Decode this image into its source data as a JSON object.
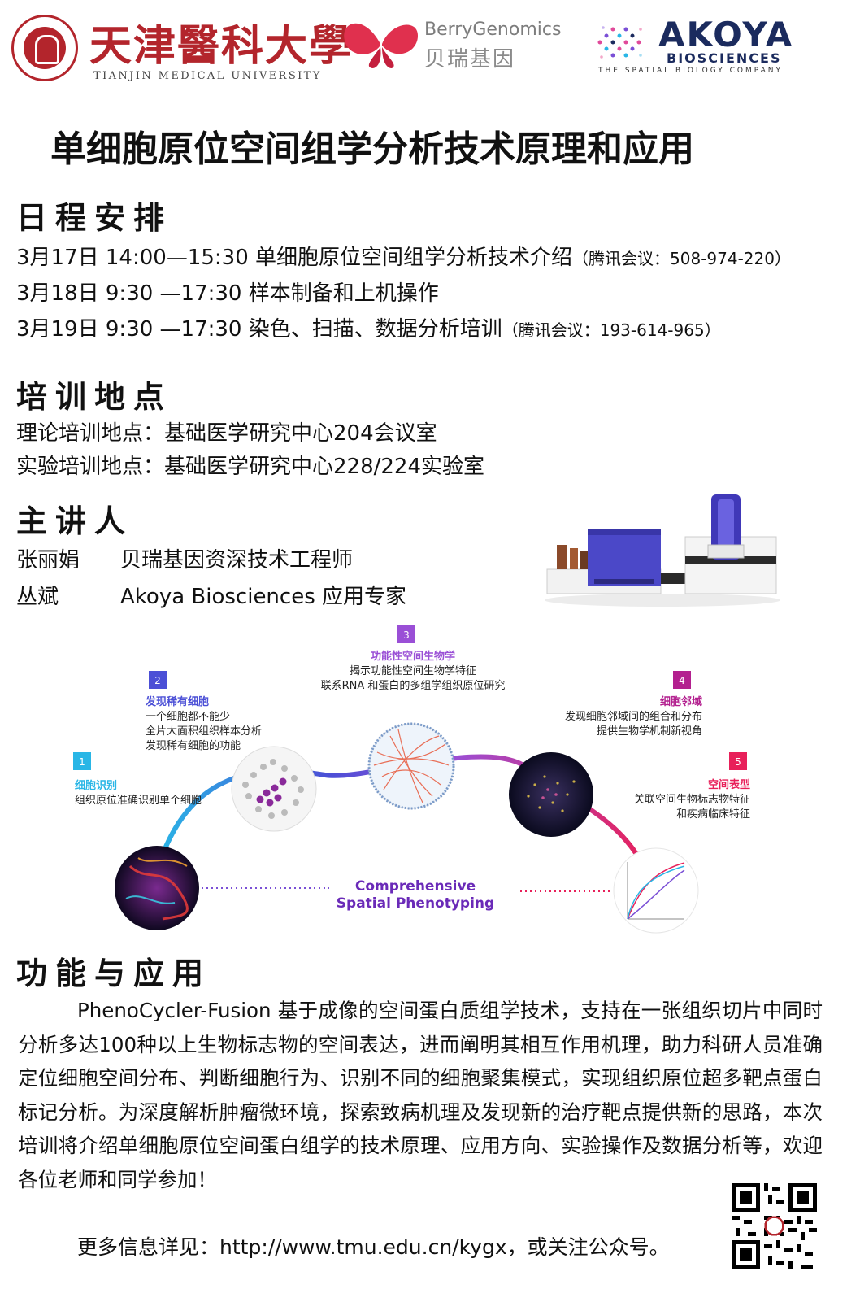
{
  "header": {
    "tmu_name_cn": "天津醫科大學",
    "tmu_name_en": "TIANJIN MEDICAL UNIVERSITY",
    "berry_name_en": "BerryGenomics",
    "berry_name_cn": "贝瑞基因",
    "akoya_name": "AKOYA",
    "akoya_sub": "BIOSCIENCES",
    "akoya_tagline": "THE SPATIAL BIOLOGY COMPANY",
    "brand_colors": {
      "tmu_red": "#b3252c",
      "berry_red": "#e0304e",
      "akoya_navy": "#1b2b5e"
    }
  },
  "title": "单细胞原位空间组学分析技术原理和应用",
  "schedule": {
    "heading": "日程安排",
    "items": [
      {
        "text": "3月17日 14:00—15:30 单细胞原位空间组学分析技术介绍",
        "note": "（腾讯会议：508-974-220）"
      },
      {
        "text": "3月18日 9:30 —17:30  样本制备和上机操作",
        "note": ""
      },
      {
        "text": "3月19日 9:30 —17:30  染色、扫描、数据分析培训",
        "note": "（腾讯会议：193-614-965）"
      }
    ]
  },
  "location": {
    "heading": "培训地点",
    "theory": "理论培训地点：基础医学研究中心204会议室",
    "lab": "实验培训地点：基础医学研究中心228/224实验室"
  },
  "speakers": {
    "heading": "主讲人",
    "list": [
      {
        "name": "张丽娟",
        "role": "贝瑞基因资深技术工程师"
      },
      {
        "name": "丛斌",
        "role": "Akoya Biosciences 应用专家"
      }
    ]
  },
  "diagram": {
    "center_line1": "Comprehensive",
    "center_line2": "Spatial Phenotyping",
    "steps": [
      {
        "num": "1",
        "title": "细胞识别",
        "lines": [
          "组织原位准确识别单个细胞"
        ],
        "color": "#29b6e6"
      },
      {
        "num": "2",
        "title": "发现稀有细胞",
        "lines": [
          "一个细胞都不能少",
          "全片大面积组织样本分析",
          "发现稀有细胞的功能"
        ],
        "color": "#4b4fd6"
      },
      {
        "num": "3",
        "title": "功能性空间生物学",
        "lines": [
          "揭示功能性空间生物学特征",
          "联系RNA 和蛋白的多组学组织原位研究"
        ],
        "color": "#9a4fd6"
      },
      {
        "num": "4",
        "title": "细胞邻域",
        "lines": [
          "发现细胞邻域间的组合和分布",
          "提供生物学机制新视角"
        ],
        "color": "#b3208f"
      },
      {
        "num": "5",
        "title": "空间表型",
        "lines": [
          "关联空间生物标志物特征",
          "和疾病临床特征"
        ],
        "color": "#e8205a"
      }
    ]
  },
  "application": {
    "heading": "功能与应用",
    "body": "PhenoCycler-Fusion 基于成像的空间蛋白质组学技术，支持在一张组织切片中同时分析多达100种以上生物标志物的空间表达，进而阐明其相互作用机理，助力科研人员准确定位细胞空间分布、判断细胞行为、识别不同的细胞聚集模式，实现组织原位超多靶点蛋白标记分析。为深度解析肿瘤微环境，探索致病机理及发现新的治疗靶点提供新的思路，本次培训将介绍单细胞原位空间蛋白组学的技术原理、应用方向、实验操作及数据分析等，欢迎各位老师和同学参加！"
  },
  "footer": {
    "more_info": "更多信息详见：http://www.tmu.edu.cn/kygx，或关注公众号。"
  }
}
